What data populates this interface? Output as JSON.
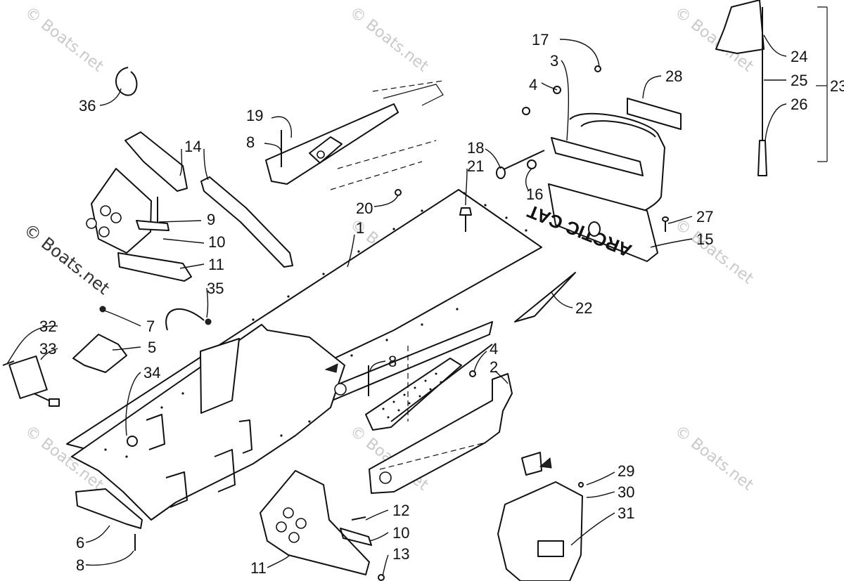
{
  "diagram": {
    "callouts": [
      {
        "id": "c1",
        "label": "1"
      },
      {
        "id": "c2",
        "label": "2"
      },
      {
        "id": "c3",
        "label": "3"
      },
      {
        "id": "c4a",
        "label": "4"
      },
      {
        "id": "c4b",
        "label": "4"
      },
      {
        "id": "c5",
        "label": "5"
      },
      {
        "id": "c6",
        "label": "6"
      },
      {
        "id": "c7",
        "label": "7"
      },
      {
        "id": "c8a",
        "label": "8"
      },
      {
        "id": "c8b",
        "label": "8"
      },
      {
        "id": "c8c",
        "label": "8"
      },
      {
        "id": "c9",
        "label": "9"
      },
      {
        "id": "c10a",
        "label": "10"
      },
      {
        "id": "c10b",
        "label": "10"
      },
      {
        "id": "c11a",
        "label": "11"
      },
      {
        "id": "c11b",
        "label": "11"
      },
      {
        "id": "c12",
        "label": "12"
      },
      {
        "id": "c13",
        "label": "13"
      },
      {
        "id": "c14",
        "label": "14"
      },
      {
        "id": "c15",
        "label": "15"
      },
      {
        "id": "c16",
        "label": "16"
      },
      {
        "id": "c17",
        "label": "17"
      },
      {
        "id": "c18",
        "label": "18"
      },
      {
        "id": "c19",
        "label": "19"
      },
      {
        "id": "c20",
        "label": "20"
      },
      {
        "id": "c21",
        "label": "21"
      },
      {
        "id": "c22",
        "label": "22"
      },
      {
        "id": "c23",
        "label": "23"
      },
      {
        "id": "c24",
        "label": "24"
      },
      {
        "id": "c25",
        "label": "25"
      },
      {
        "id": "c26",
        "label": "26"
      },
      {
        "id": "c27",
        "label": "27"
      },
      {
        "id": "c28",
        "label": "28"
      },
      {
        "id": "c29",
        "label": "29"
      },
      {
        "id": "c30",
        "label": "30"
      },
      {
        "id": "c31",
        "label": "31"
      },
      {
        "id": "c32",
        "label": "32"
      },
      {
        "id": "c33",
        "label": "33"
      },
      {
        "id": "c34",
        "label": "34"
      },
      {
        "id": "c35",
        "label": "35"
      },
      {
        "id": "c36",
        "label": "36"
      }
    ],
    "flap_text": "ARCTIC CAT",
    "watermark": "© Boats.net"
  },
  "colors": {
    "line": "#111111",
    "background": "#ffffff",
    "watermark": "#c9c9c9"
  }
}
